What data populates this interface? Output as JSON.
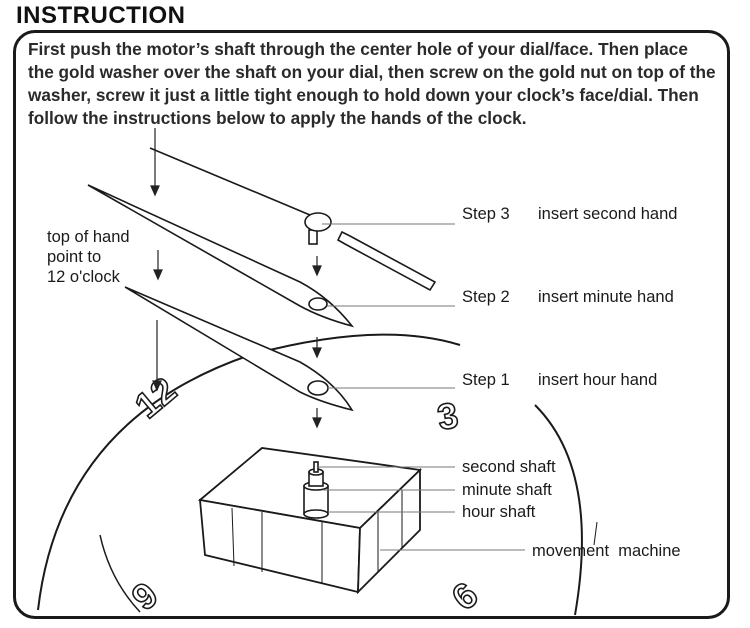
{
  "title": "INSTRUCTION",
  "intro": "First push the motor’s shaft through the center hole of your dial/face.  Then place the gold washer over the shaft on your dial, then screw on the gold nut on top of the washer, screw it just a little tight enough to hold down your clock’s face/dial.  Then follow the instructions below to apply the hands of the clock.",
  "top_note": [
    "top of hand",
    "point to",
    "12 o'clock"
  ],
  "steps": [
    {
      "label": "Step 3",
      "text": "insert second hand"
    },
    {
      "label": "Step 2",
      "text": "insert minute hand"
    },
    {
      "label": "Step 1",
      "text": "insert hour hand"
    }
  ],
  "parts": [
    "second shaft",
    "minute shaft",
    "hour shaft",
    "movement  machine"
  ],
  "dial_numbers": [
    "12",
    "3",
    "6",
    "9"
  ]
}
